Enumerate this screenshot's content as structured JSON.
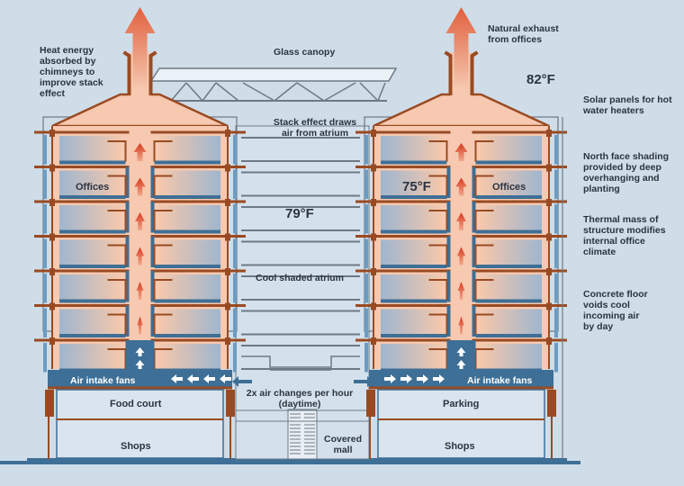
{
  "title": "Natural ventilation / stack effect in office building with atrium",
  "colors": {
    "background": "#cfdde8",
    "structure_brown": "#9a4a22",
    "duct_blue": "#3e6f96",
    "warm_air": "#f6c9b0",
    "exhaust_arrow": "#e06a4a",
    "text": "#2b3440"
  },
  "callouts": {
    "heat_energy": "Heat energy\nabsorbed by\nchimneys to\nimprove stack\neffect",
    "glass_canopy": "Glass canopy",
    "natural_exhaust": "Natural exhaust\nfrom offices",
    "temp_outside": "82°F",
    "solar_panels": "Solar panels for hot\nwater heaters",
    "stack_effect": "Stack effect draws\nair from atrium",
    "north_face": "North face shading\nprovided by deep\noverhanging and\nplanting",
    "thermal_mass": "Thermal mass of\nstructure modifies\ninternal office\nclimate",
    "concrete_floor": "Concrete floor\nvoids cool\nincoming air\nby day",
    "offices_left": "Offices",
    "offices_right": "Offices",
    "temp_offices": "75°F",
    "temp_atrium": "79°F",
    "atrium": "Cool shaded atrium",
    "air_intake_left": "Air intake fans",
    "air_intake_right": "Air intake fans",
    "air_changes": "2x air changes per hour\n(daytime)",
    "food_court": "Food court",
    "parking": "Parking",
    "shops_left": "Shops",
    "shops_right": "Shops",
    "covered_mall": "Covered\nmall"
  },
  "building": {
    "office_floors": 7,
    "towers": [
      "left",
      "right"
    ]
  }
}
